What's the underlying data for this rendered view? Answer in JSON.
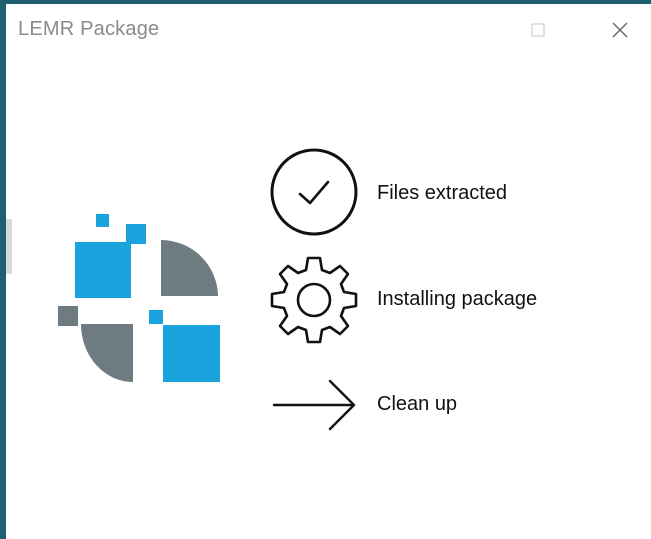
{
  "window": {
    "title": "LEMR Package",
    "buttons": {
      "minimize_icon": "minimize-icon",
      "maximize_icon": "maximize-icon",
      "close_icon": "close-icon"
    },
    "accent_border": "#1f5f6f"
  },
  "logo": {
    "icon": "lemr-logo-icon",
    "colors": {
      "blue": "#1aa3dc",
      "gray": "#6e7b81"
    }
  },
  "steps": [
    {
      "label": "Files extracted",
      "icon": "check-circle-icon",
      "status": "done"
    },
    {
      "label": "Installing package",
      "icon": "gear-icon",
      "status": "in-progress"
    },
    {
      "label": "Clean up",
      "icon": "arrow-right-icon",
      "status": "pending"
    }
  ]
}
